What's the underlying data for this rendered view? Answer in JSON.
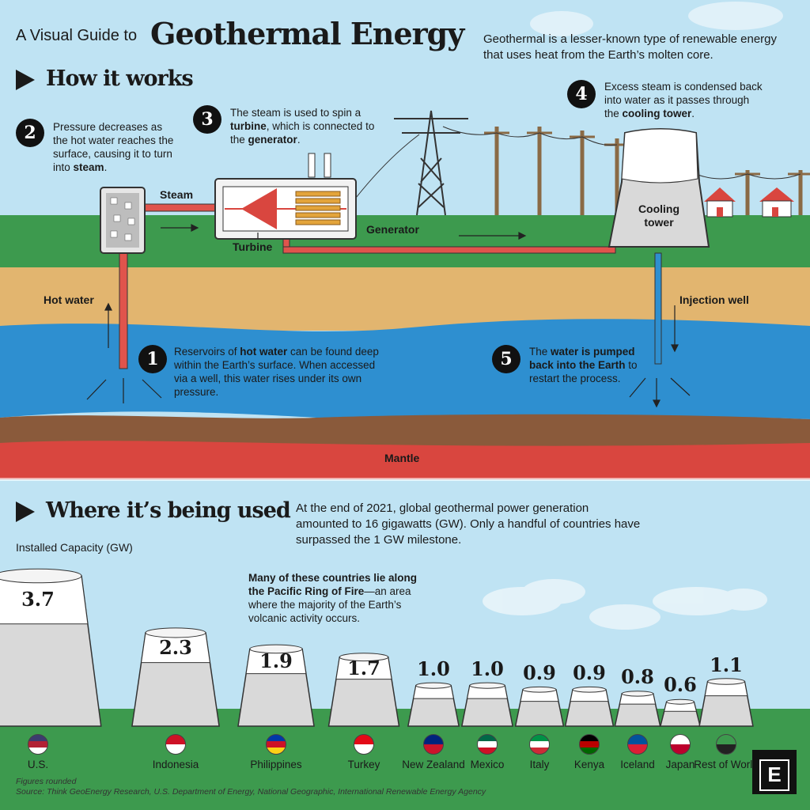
{
  "header": {
    "title_prefix": "A Visual Guide to",
    "title_main": "Geothermal Energy",
    "intro": "Geothermal is a lesser-known type of renewable energy that uses heat from the Earth’s molten core."
  },
  "how_it_works": {
    "heading": "How it works",
    "steps": [
      {
        "number": "1",
        "text": "Reservoirs of hot water can be found deep within the Earth’s surface. When accessed via a well, this water rises under its own pressure."
      },
      {
        "number": "2",
        "text": "Pressure decreases as the hot water reaches the surface, causing it to turn into steam."
      },
      {
        "number": "3",
        "text": "The steam is used to spin a turbine, which is connected to the generator."
      },
      {
        "number": "4",
        "text": "Excess steam is condensed back into water as it passes through the cooling tower."
      },
      {
        "number": "5",
        "text": "The water is pumped back into the Earth to restart the process."
      }
    ],
    "labels": {
      "steam": "Steam",
      "turbine": "Turbine",
      "generator": "Generator",
      "cooling_tower": "Cooling tower",
      "hot_water": "Hot water",
      "injection_well": "Injection well",
      "mantle": "Mantle"
    }
  },
  "where_used": {
    "heading": "Where it’s being used",
    "intro": "At the end of 2021, global geothermal power generation amounted to 16 gigawatts (GW). Only a handful of countries have surpassed the 1 GW milestone.",
    "ring_note": "Many of these countries lie along the Pacific Ring of Fire—an area where the majority of the Earth’s volcanic activity occurs."
  },
  "chart_data": {
    "type": "bar",
    "ylabel": "Installed Capacity (GW)",
    "categories": [
      "U.S.",
      "Indonesia",
      "Philippines",
      "Turkey",
      "New Zealand",
      "Mexico",
      "Italy",
      "Kenya",
      "Iceland",
      "Japan",
      "Rest of World"
    ],
    "values": [
      3.7,
      2.3,
      1.9,
      1.7,
      1.0,
      1.0,
      0.9,
      0.9,
      0.8,
      0.6,
      1.1
    ],
    "value_labels": [
      "3.7",
      "2.3",
      "1.9",
      "1.7",
      "1.0",
      "1.0",
      "0.9",
      "0.9",
      "0.8",
      "0.6",
      "1.1"
    ]
  },
  "footer": {
    "note": "Figures rounded",
    "source": "Source: Think GeoEnergy Research, U.S. Department of Energy, National Geographic, International Renewable Energy Agency",
    "logo": "E"
  },
  "colors": {
    "sky": "#bfe3f3",
    "grass": "#3d9a4e",
    "sand": "#e2b56f",
    "water": "#2e8fd0",
    "rock": "#8a5a3b",
    "mantle": "#d9463f",
    "pipe": "#e0544c",
    "tower": "#d9d9d9"
  }
}
